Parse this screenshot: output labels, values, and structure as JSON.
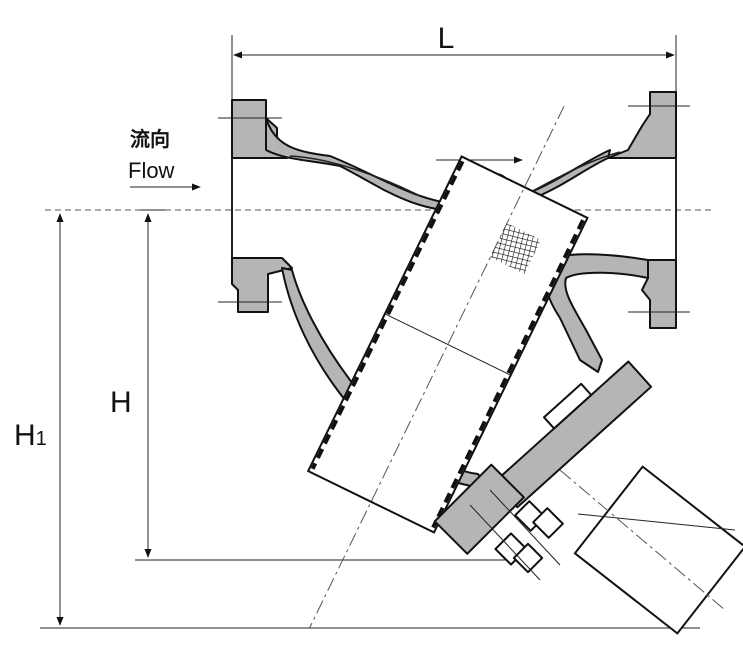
{
  "labels": {
    "length": "L",
    "height": "H",
    "height1_main": "H",
    "height1_sub": "1",
    "flow_zh": "流向",
    "flow_en": "Flow"
  },
  "colors": {
    "metal_fill": "#b5b5b5",
    "outline": "#111111",
    "background": "#ffffff"
  }
}
